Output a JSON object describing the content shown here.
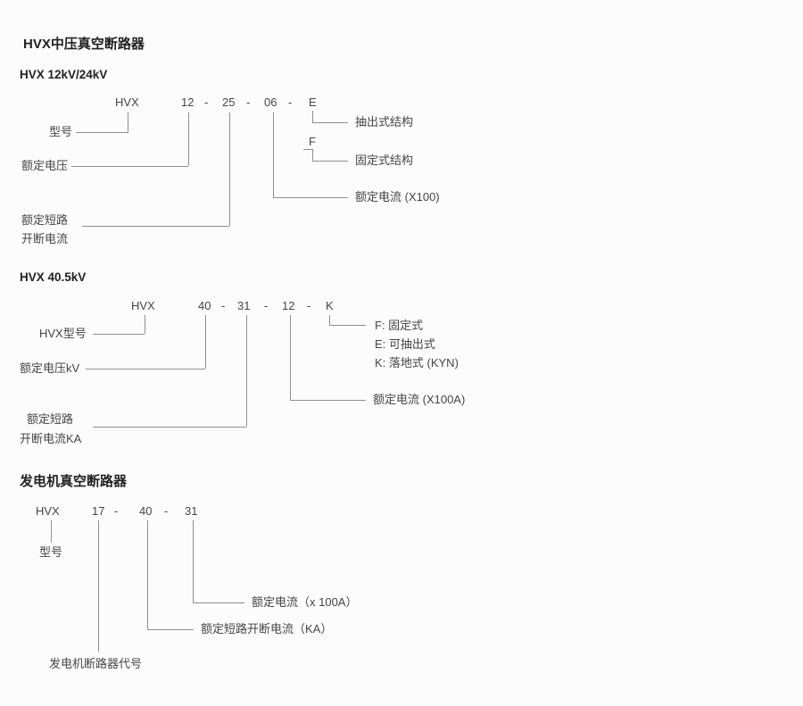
{
  "page": {
    "background": "#fcfcfc",
    "text_color": "#454545",
    "heading_color": "#222222",
    "line_color": "#8f8f8f"
  },
  "section_hvx_mv": {
    "title": "HVX中压真空断路器",
    "subtitle": "HVX 12kV/24kV",
    "code": [
      "HVX",
      "12",
      "-",
      "25",
      "-",
      "06",
      "-",
      "E"
    ],
    "labels": {
      "model": "型号",
      "rated_voltage": "额定电压",
      "short_circuit_line1": "额定短路",
      "short_circuit_line2": "开断电流",
      "withdrawable": "抽出式结构",
      "f_code": "F",
      "fixed": "固定式结构",
      "rated_current": "额定电流 (X100)"
    }
  },
  "section_hvx_405": {
    "subtitle": "HVX 40.5kV",
    "code": [
      "HVX",
      "40",
      "-",
      "31",
      "-",
      "12",
      "-",
      "K"
    ],
    "labels": {
      "model": "HVX型号",
      "rated_voltage": "额定电压kV",
      "short_circuit_line1": "额定短路",
      "short_circuit_line2": "开断电流KA",
      "opt_f": "F: 固定式",
      "opt_e": "E: 可抽出式",
      "opt_k": "K: 落地式 (KYN)",
      "rated_current": "额定电流 (X100A)"
    }
  },
  "section_generator": {
    "title": "发电机真空断路器",
    "code": [
      "HVX",
      "17",
      "-",
      "40",
      "-",
      "31"
    ],
    "labels": {
      "model": "型号",
      "rated_current": "额定电流（x 100A）",
      "short_circuit": "额定短路开断电流（KA）",
      "generator_code": "发电机断路器代号"
    }
  }
}
